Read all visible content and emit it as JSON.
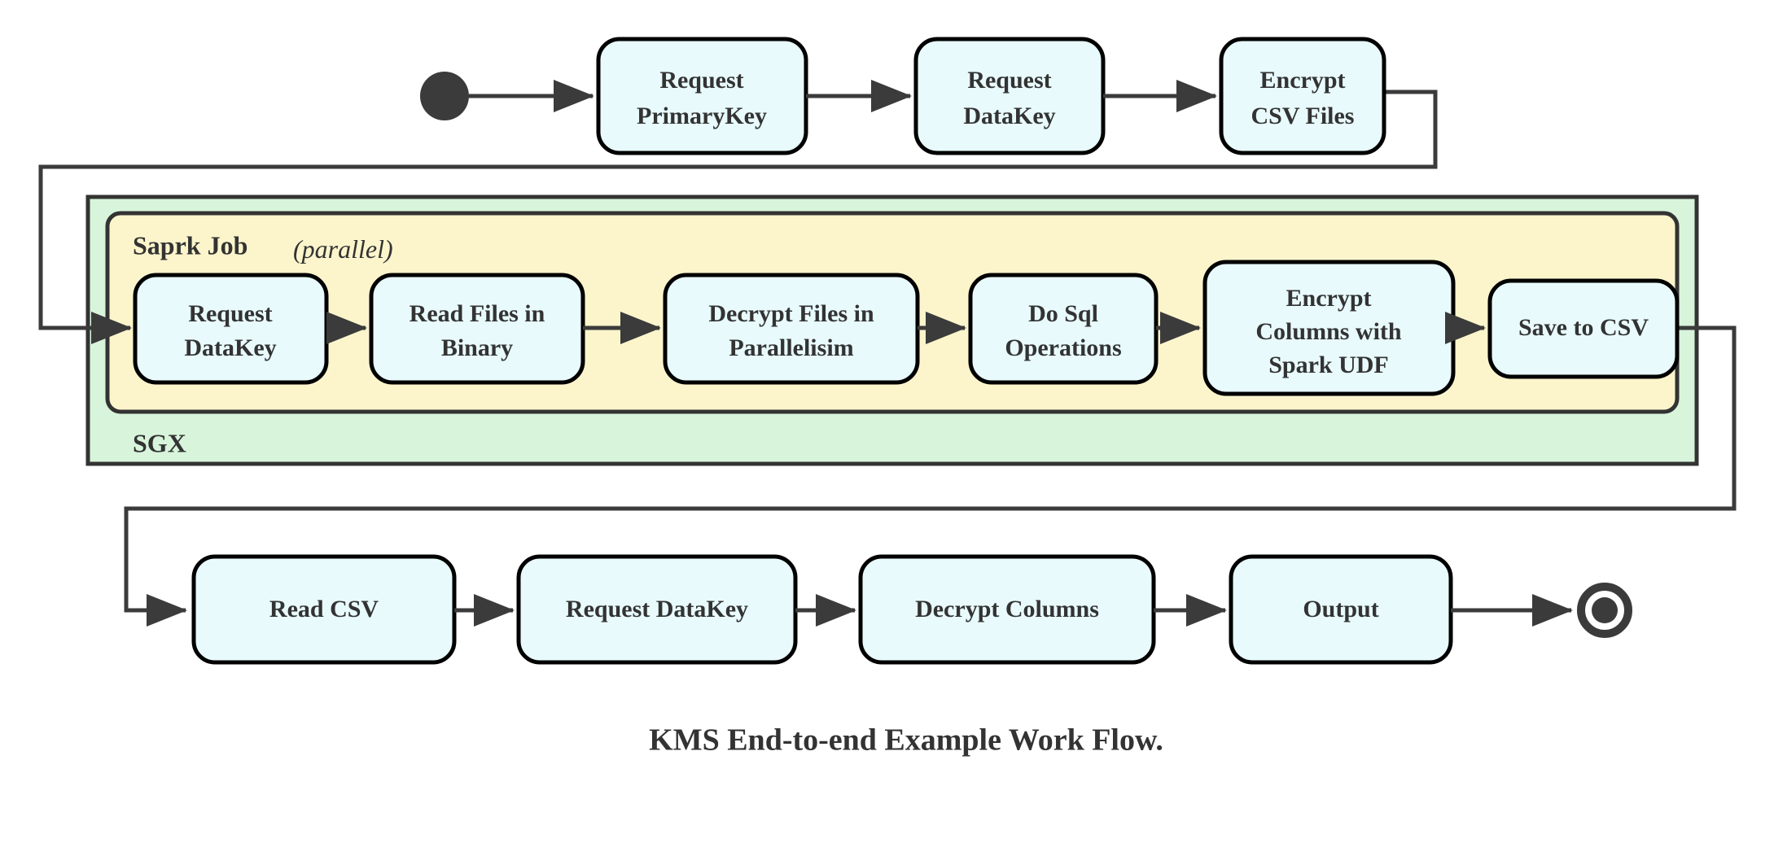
{
  "diagram": {
    "title": "KMS End-to-end Example Work Flow.",
    "type": "uml-activity-diagram",
    "colors": {
      "activity_fill": "#e8fafc",
      "activity_stroke": "#000000",
      "spark_container_fill": "#fcf5cc",
      "sgx_container_fill": "#d8f5dc",
      "container_stroke": "#333333",
      "flow_stroke": "#3b3b3b",
      "text": "#333333",
      "canvas": "#ffffff"
    },
    "start_node": {
      "name": "initial-node"
    },
    "end_node": {
      "name": "final-node"
    },
    "containers": {
      "sgx": {
        "label": "SGX",
        "label_position": "bottom-left"
      },
      "spark": {
        "label": "Saprk Job",
        "modifier": "(parallel)",
        "label_position": "top-left"
      }
    },
    "top_row": [
      {
        "id": "request-primarykey",
        "line1": "Request",
        "line2": "PrimaryKey"
      },
      {
        "id": "request-datakey-top",
        "line1": "Request",
        "line2": "DataKey"
      },
      {
        "id": "encrypt-csv-files",
        "line1": "Encrypt",
        "line2": "CSV Files"
      }
    ],
    "spark_row": [
      {
        "id": "request-datakey-spark",
        "line1": "Request",
        "line2": "DataKey"
      },
      {
        "id": "read-files-in-binary",
        "line1": "Read Files in",
        "line2": "Binary"
      },
      {
        "id": "decrypt-files-in-parallelisim",
        "line1": "Decrypt Files in",
        "line2": "Parallelisim"
      },
      {
        "id": "do-sql-operations",
        "line1": "Do Sql",
        "line2": "Operations"
      },
      {
        "id": "encrypt-columns-with-spark-udf",
        "line1": "Encrypt",
        "line2": "Columns with",
        "line3": "Spark UDF"
      },
      {
        "id": "save-to-csv",
        "line1": "Save to CSV"
      }
    ],
    "bottom_row": [
      {
        "id": "read-csv",
        "line1": "Read CSV"
      },
      {
        "id": "request-datakey-bottom",
        "line1": "Request DataKey"
      },
      {
        "id": "decrypt-columns",
        "line1": "Decrypt Columns"
      },
      {
        "id": "output",
        "line1": "Output"
      }
    ]
  }
}
